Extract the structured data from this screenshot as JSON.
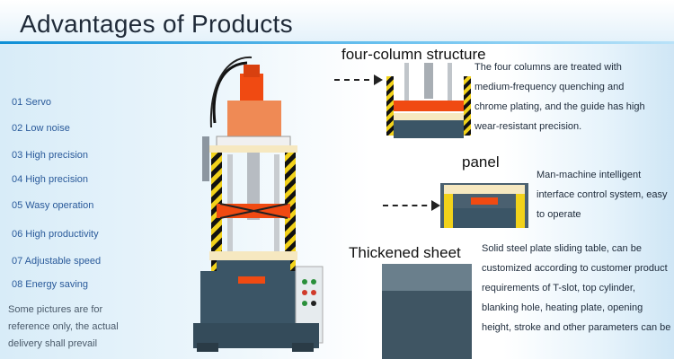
{
  "title": "Advantages of Products",
  "advantages": [
    "01 Servo",
    "02 Low noise",
    "03 High precision",
    "04 High precision",
    "05 Wasy operation",
    "06 High productivity",
    "07  Adjustable speed",
    "08 Energy saving"
  ],
  "note": "Some pictures are for reference only, the actual delivery shall prevail",
  "features": [
    {
      "heading": "four-column structure",
      "description": "The four columns are treated with medium-frequency quenching and chrome plating, and the guide has high wear-resistant precision."
    },
    {
      "heading": "panel",
      "description": "Man-machine intelligent interface control system, easy to operate"
    },
    {
      "heading": "Thickened sheet",
      "description": "Solid steel plate sliding table, can be customized according to customer product requirements of T-slot, top cylinder, blanking hole, heating plate, opening height, stroke and other parameters can be"
    }
  ],
  "colors": {
    "accent": "#0e8fd6",
    "machine_orange": "#f04a12",
    "machine_body": "#3b5566",
    "stripe_yellow": "#f2d21a"
  }
}
